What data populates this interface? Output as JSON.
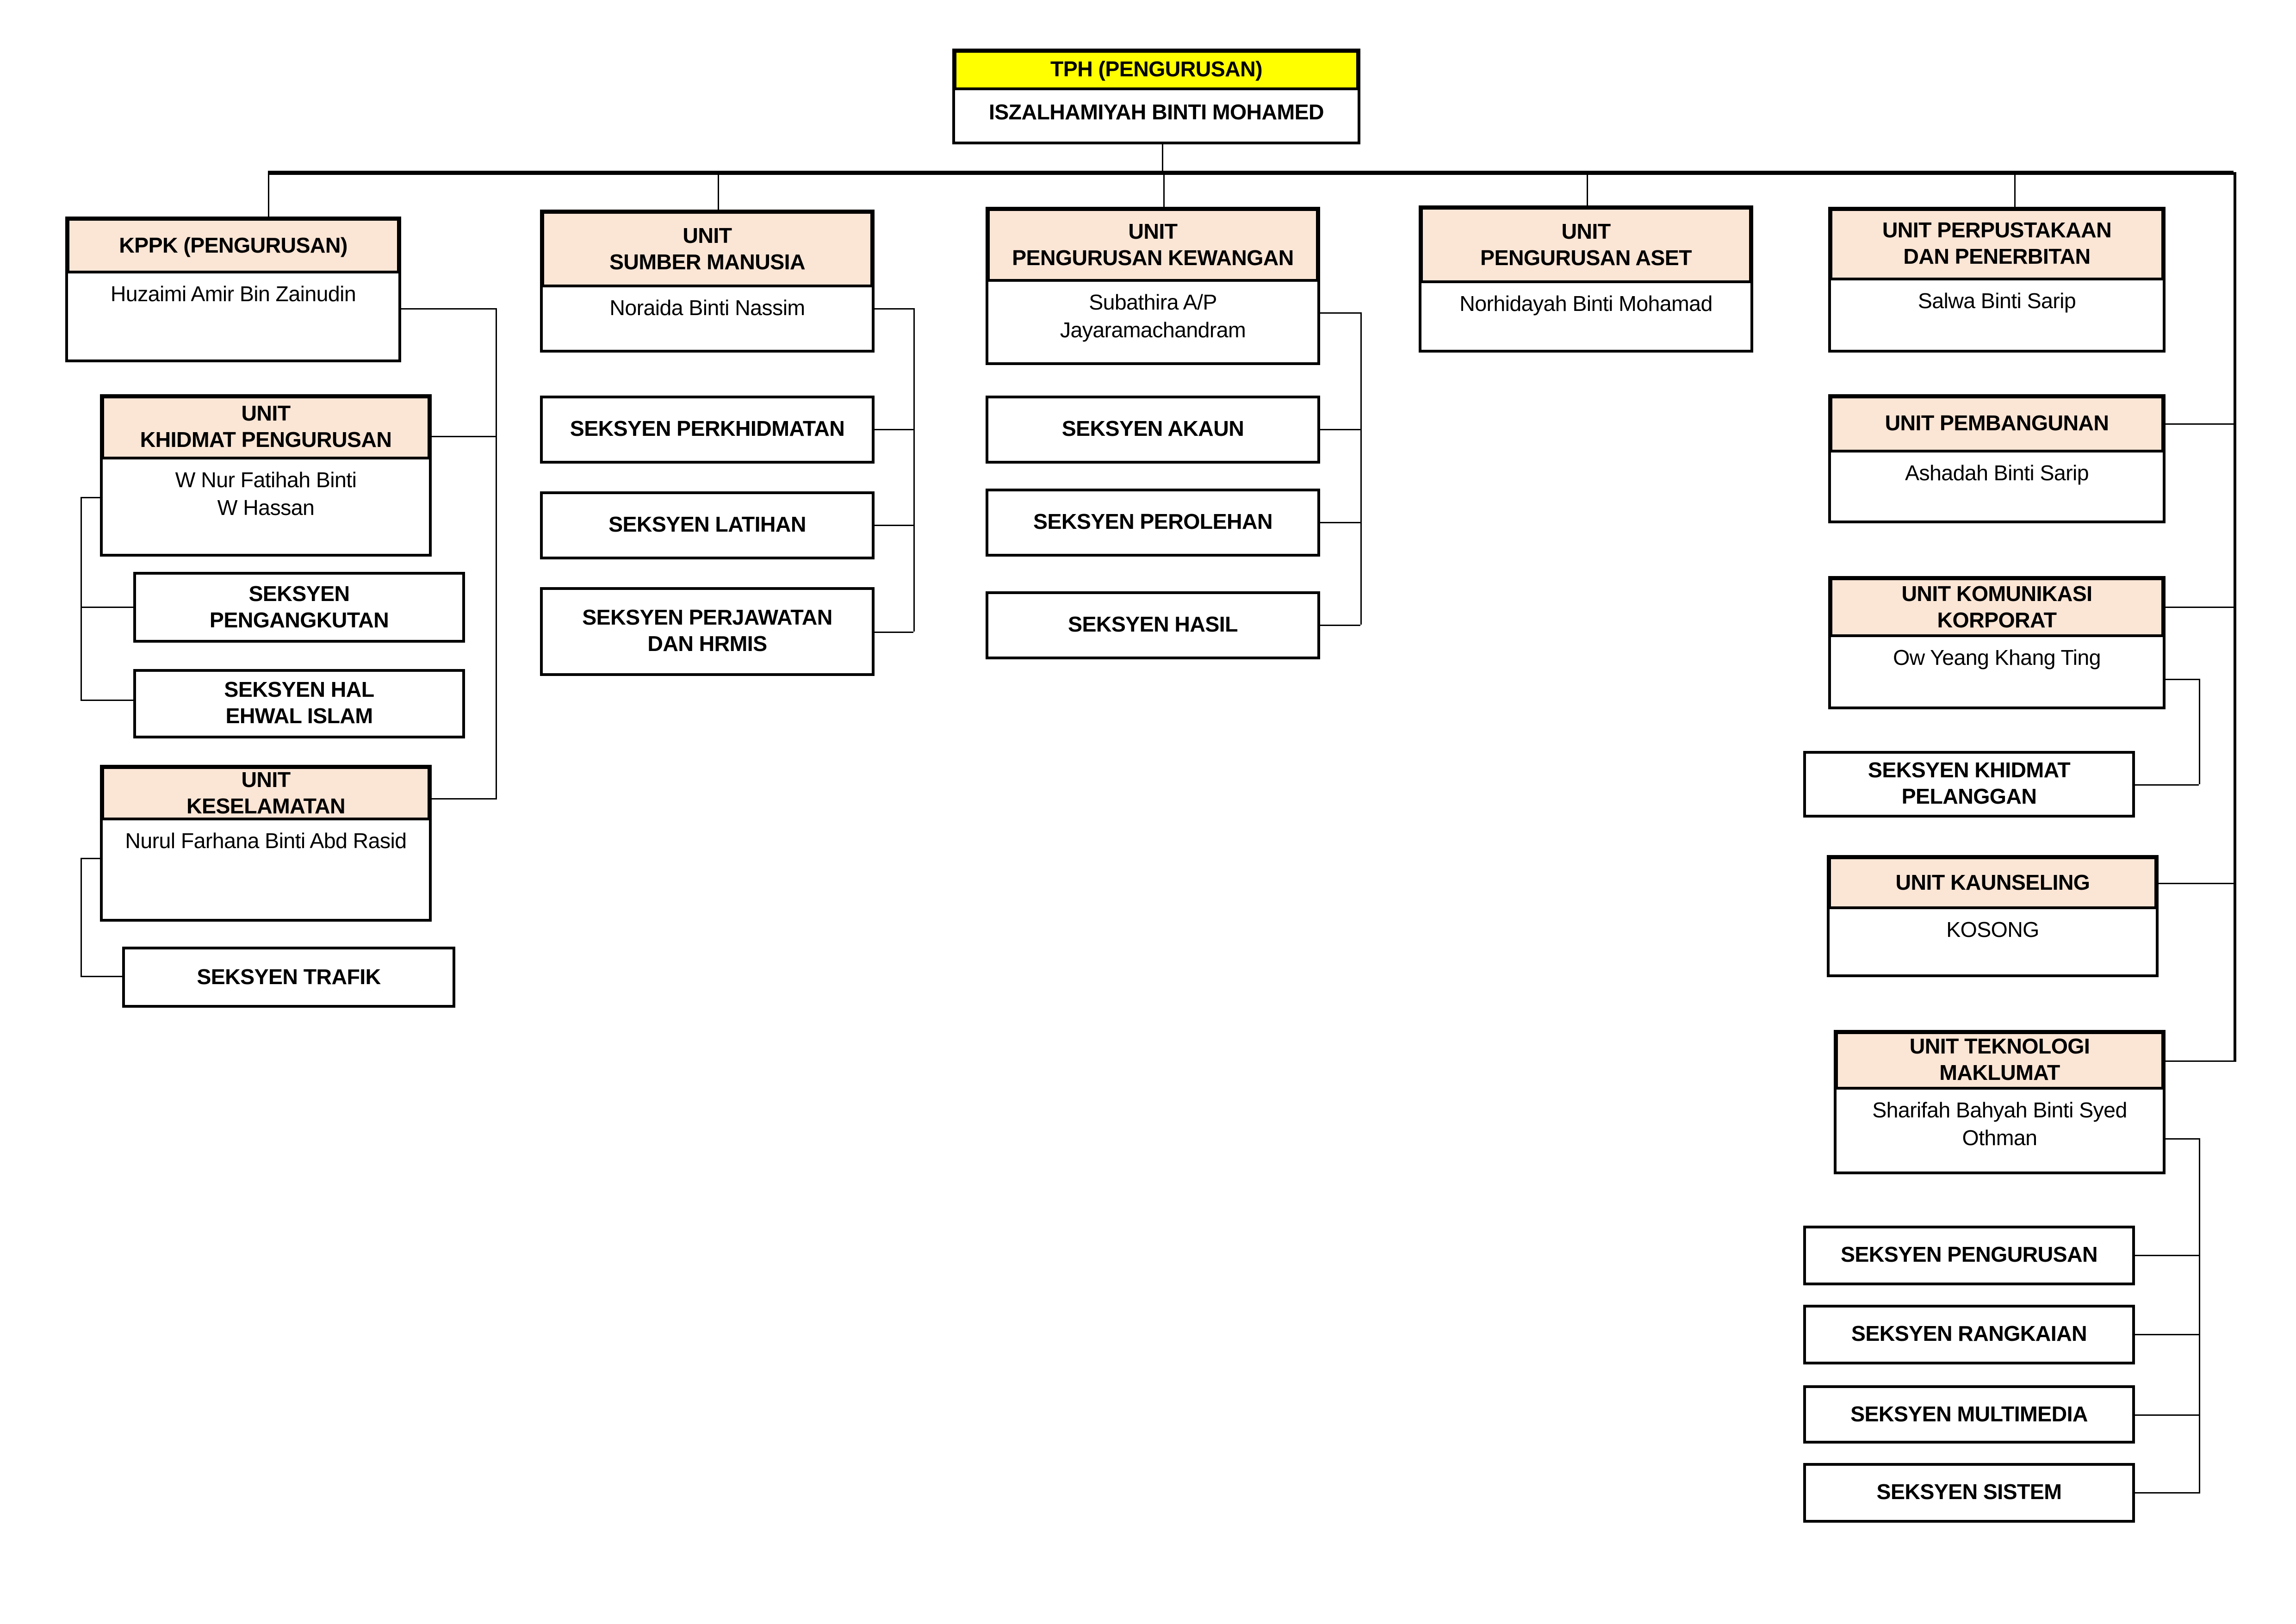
{
  "palette": {
    "top_header_fill": "#FFFF00",
    "unit_header_fill": "#FBE5D5",
    "box_fill": "#FFFFFF",
    "line_color": "#000000",
    "background": "#FFFFFF"
  },
  "org": {
    "tph": {
      "title": "TPH (PENGURUSAN)",
      "name": "ISZALHAMIYAH BINTI MOHAMED"
    },
    "kppk": {
      "title": "KPPK (PENGURUSAN)",
      "name": "Huzaimi Amir Bin Zainudin"
    },
    "khidmat_pengurusan": {
      "title": "UNIT\nKHIDMAT PENGURUSAN",
      "name": "W Nur Fatihah Binti\nW Hassan"
    },
    "seksyen_pengangkutan": {
      "title": "SEKSYEN\nPENGANGKUTAN"
    },
    "seksyen_hal_ehwal_islam": {
      "title": "SEKSYEN HAL\nEHWAL ISLAM"
    },
    "keselamatan": {
      "title": "UNIT\nKESELAMATAN",
      "name": "Nurul Farhana Binti Abd Rasid"
    },
    "seksyen_trafik": {
      "title": "SEKSYEN TRAFIK"
    },
    "sumber_manusia": {
      "title": "UNIT\nSUMBER MANUSIA",
      "name": "Noraida Binti Nassim"
    },
    "seksyen_perkhidmatan": {
      "title": "SEKSYEN PERKHIDMATAN"
    },
    "seksyen_latihan": {
      "title": "SEKSYEN LATIHAN"
    },
    "seksyen_perjawatan": {
      "title": "SEKSYEN PERJAWATAN\nDAN HRMIS"
    },
    "pengurusan_kewangan": {
      "title": "UNIT\nPENGURUSAN KEWANGAN",
      "name": "Subathira A/P\nJayaramachandram"
    },
    "seksyen_akaun": {
      "title": "SEKSYEN AKAUN"
    },
    "seksyen_perolehan": {
      "title": "SEKSYEN PEROLEHAN"
    },
    "seksyen_hasil": {
      "title": "SEKSYEN HASIL"
    },
    "pengurusan_aset": {
      "title": "UNIT\nPENGURUSAN ASET",
      "name": "Norhidayah Binti Mohamad"
    },
    "perpustakaan": {
      "title": "UNIT PERPUSTAKAAN\nDAN PENERBITAN",
      "name": "Salwa Binti Sarip"
    },
    "pembangunan": {
      "title": "UNIT PEMBANGUNAN",
      "name": "Ashadah Binti Sarip"
    },
    "komunikasi_korporat": {
      "title": "UNIT KOMUNIKASI\nKORPORAT",
      "name": "Ow Yeang Khang Ting"
    },
    "seksyen_khidmat_pelanggan": {
      "title": "SEKSYEN KHIDMAT\nPELANGGAN"
    },
    "kaunseling": {
      "title": "UNIT KAUNSELING",
      "name": "KOSONG"
    },
    "teknologi_maklumat": {
      "title": "UNIT TEKNOLOGI\nMAKLUMAT",
      "name": "Sharifah Bahyah Binti Syed\nOthman"
    },
    "seksyen_pengurusan": {
      "title": "SEKSYEN PENGURUSAN"
    },
    "seksyen_rangkaian": {
      "title": "SEKSYEN RANGKAIAN"
    },
    "seksyen_multimedia": {
      "title": "SEKSYEN MULTIMEDIA"
    },
    "seksyen_sistem": {
      "title": "SEKSYEN SISTEM"
    }
  }
}
